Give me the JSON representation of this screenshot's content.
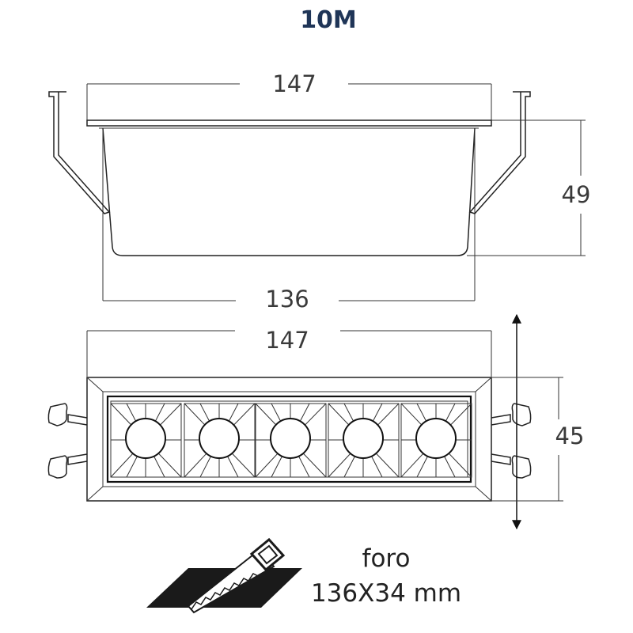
{
  "title": "10M",
  "dimensions": {
    "top_width": "147",
    "height": "49",
    "bottom_width": "136",
    "front_width": "147",
    "front_height": "45"
  },
  "cutout": {
    "label": "foro",
    "size": "136X34 mm"
  },
  "colors": {
    "title": "#1f3557",
    "line": "#222222"
  },
  "icons": [
    "hand-saw-icon"
  ]
}
